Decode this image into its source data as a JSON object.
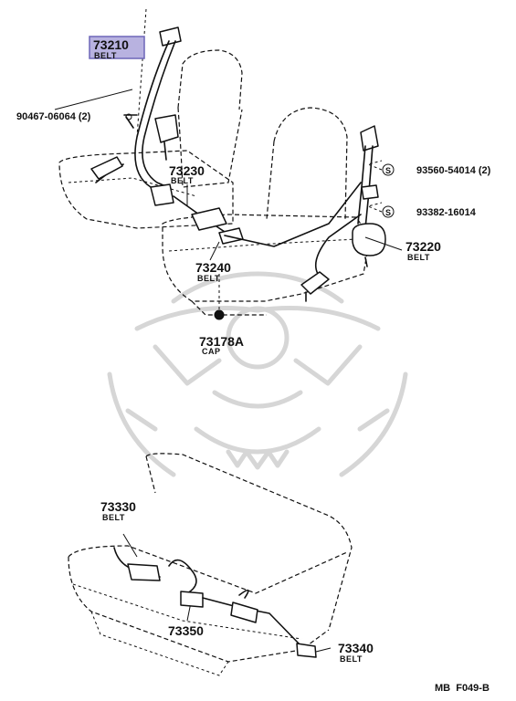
{
  "parts": {
    "p73210": {
      "number": "73210",
      "name": "BELT",
      "highlighted": true
    },
    "p90467": {
      "number": "90467-06064 (2)"
    },
    "p73230": {
      "number": "73230",
      "name": "BELT"
    },
    "p93560": {
      "symbol": "S",
      "number": "93560-54014 (2)"
    },
    "p93382": {
      "symbol": "S",
      "number": "93382-16014"
    },
    "p73220": {
      "number": "73220",
      "name": "BELT"
    },
    "p73240": {
      "number": "73240",
      "name": "BELT"
    },
    "p73178a": {
      "number": "73178A",
      "name": "CAP"
    },
    "p73330": {
      "number": "73330",
      "name": "BELT"
    },
    "p73350": {
      "number": "73350"
    },
    "p73340": {
      "number": "73340",
      "name": "BELT"
    }
  },
  "figure_code": "MB  F049-B",
  "colors": {
    "highlight": "#b8b2e0",
    "line": "#111111",
    "watermark": "#d6d6d6"
  }
}
